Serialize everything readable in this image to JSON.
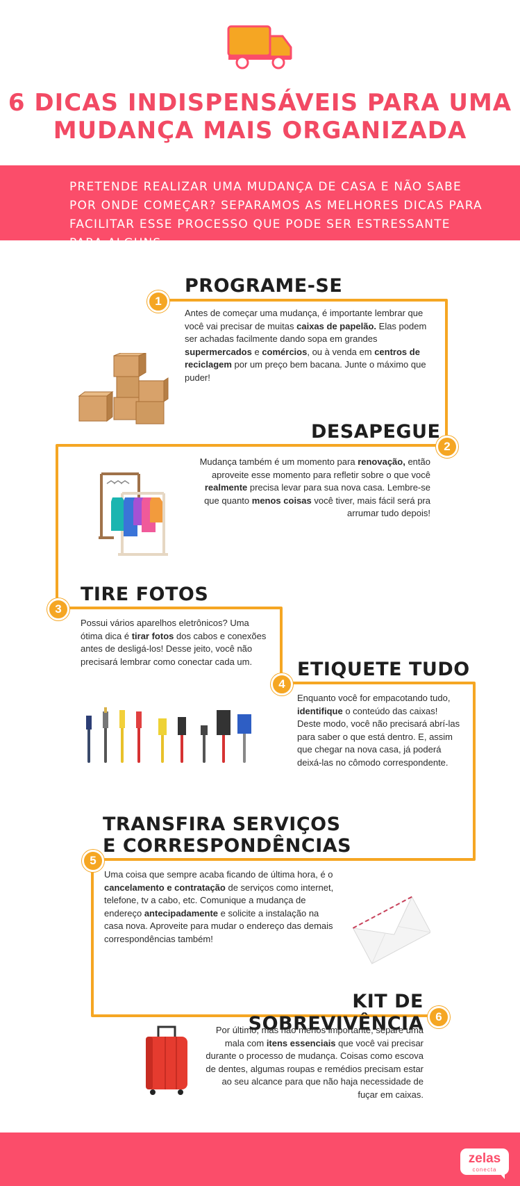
{
  "header": {
    "title_line1": "6 DICAS INDISPENSÁVEIS PARA UMA",
    "title_line2": "MUDANÇA MAIS ORGANIZADA",
    "truck_icon": "truck-icon",
    "accent_color": "#fb4d6a",
    "path_color": "#f5a623"
  },
  "intro": {
    "text": "Pretende realizar uma mudança de casa e não sabe por onde começar? Separamos as melhores dicas para facilitar esse processo que pode ser estressante para alguns."
  },
  "steps": [
    {
      "number": "1",
      "title": "PROGRAME-SE",
      "icon": "cardboard-boxes-icon",
      "body": [
        {
          "t": "Antes de começar uma mudança, é importante lembrar que você vai precisar de muitas "
        },
        {
          "b": "caixas de papelão."
        },
        {
          "t": " Elas podem ser achadas facilmente dando sopa em grandes "
        },
        {
          "b": "supermercados"
        },
        {
          "t": " e "
        },
        {
          "b": "comércios"
        },
        {
          "t": ", ou à venda em "
        },
        {
          "b": "centros de reciclagem"
        },
        {
          "t": " por um preço bem bacana. Junte o máximo que puder!"
        }
      ]
    },
    {
      "number": "2",
      "title": "DESAPEGUE",
      "icon": "clothes-rack-icon",
      "body": [
        {
          "t": "Mudança também é um momento para "
        },
        {
          "b": "renovação,"
        },
        {
          "t": " então aproveite esse momento para refletir sobre o que você "
        },
        {
          "b": "realmente"
        },
        {
          "t": " precisa levar para sua nova casa. Lembre-se que quanto "
        },
        {
          "b": "menos coisas"
        },
        {
          "t": " você tiver, mais fácil será pra arrumar tudo depois!"
        }
      ]
    },
    {
      "number": "3",
      "title": "TIRE FOTOS",
      "icon": "cables-icon",
      "body": [
        {
          "t": "Possui vários aparelhos eletrônicos? Uma ótima dica é "
        },
        {
          "b": "tirar fotos"
        },
        {
          "t": " dos cabos e conexões antes de desligá-los! Desse jeito, você não precisará lembrar como conectar cada um."
        }
      ]
    },
    {
      "number": "4",
      "title": "ETIQUETE TUDO",
      "icon": "",
      "body": [
        {
          "t": "Enquanto você for empacotando tudo, "
        },
        {
          "b": "identifique"
        },
        {
          "t": " o conteúdo das caixas! Deste modo, você não precisará abrí-las para saber o que está dentro. E, assim que chegar na nova casa, já poderá deixá-las no cômodo correspondente."
        }
      ]
    },
    {
      "number": "5",
      "title_line1": "TRANSFIRA SERVIÇOS",
      "title_line2": "E CORRESPONDÊNCIAS",
      "icon": "envelope-icon",
      "body": [
        {
          "t": "Uma coisa que sempre acaba ficando de última hora, é o "
        },
        {
          "b": "cancelamento e contratação"
        },
        {
          "t": " de serviços como internet, telefone, tv a cabo, etc. Comunique a mudança de endereço "
        },
        {
          "b": "antecipadamente"
        },
        {
          "t": " e solicite a instalação na casa nova. Aproveite para mudar o endereço das demais correspondências também!"
        }
      ]
    },
    {
      "number": "6",
      "title": "KIT DE SOBREVIVÊNCIA",
      "icon": "suitcase-icon",
      "body": [
        {
          "t": "Por último, mas não menos importante, separe uma mala com "
        },
        {
          "b": "itens essenciais"
        },
        {
          "t": " que você vai precisar durante o processo de mudança. Coisas como escova de dentes, algumas roupas e remédios precisam estar ao seu alcance para que não haja necessidade de fuçar em caixas."
        }
      ]
    }
  ],
  "footer": {
    "logo_main": "zelas",
    "logo_sub": "conecta"
  }
}
